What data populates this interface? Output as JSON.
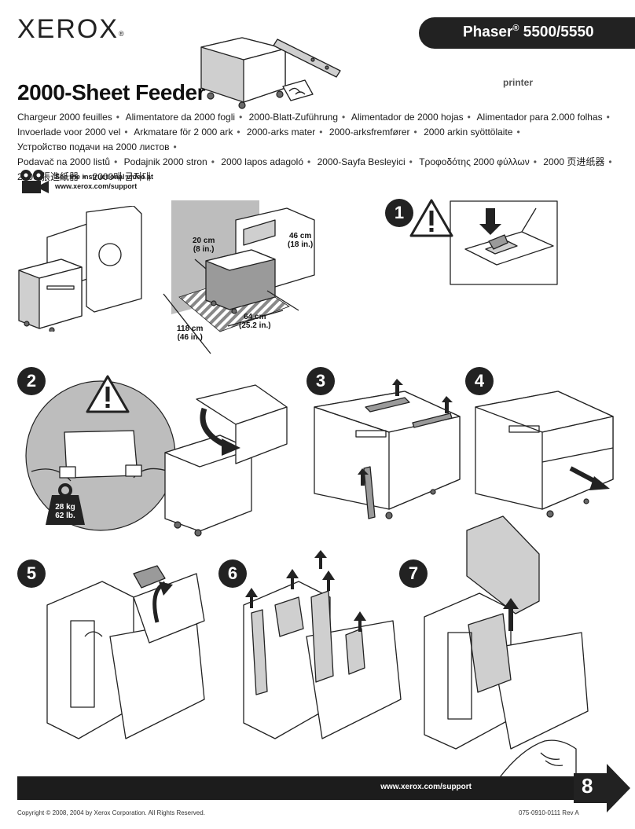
{
  "header": {
    "brand": "XEROX",
    "brand_mark": "®",
    "model_name": "Phaser",
    "model_mark": "®",
    "model_number": " 5500/5550",
    "model_sub": "printer",
    "title": "2000-Sheet Feeder"
  },
  "translations": [
    "Chargeur 2000 feuilles",
    "Alimentatore da 2000 fogli",
    "2000-Blatt-Zuführung",
    "Alimentador de 2000 hojas",
    "Alimentador para 2.000 folhas",
    "Invoerlade voor 2000 vel",
    "Arkmatare för 2 000 ark",
    "2000-arks mater",
    "2000-arksfremfører",
    "2000 arkin syöttölaite",
    "Устройство подачи на 2000 листов",
    "Podavač na 2000 listů",
    "Podajnik 2000 stron",
    "2000 lapos adagoló",
    "2000-Sayfa Besleyici",
    "Τροφοδότης 2000 φύλλων",
    "2000 页进纸器",
    "2000 張進紙器",
    "2000매 급지대"
  ],
  "video": {
    "line1": "See the instructional video at",
    "line2": "www.xerox.com/support",
    "icon": "film-camera-icon"
  },
  "dimensions": {
    "left_clearance": "20 cm",
    "left_clearance_in": "(8 in.)",
    "right_clearance": "46 cm",
    "right_clearance_in": "(18 in.)",
    "depth": "118 cm",
    "depth_in": "(46 in.)",
    "width": "64 cm",
    "width_in": "(25.2 in.)"
  },
  "weight": {
    "kg": "28 kg",
    "lb": "62 lb."
  },
  "steps": [
    "1",
    "2",
    "3",
    "4",
    "5",
    "6",
    "7"
  ],
  "next_page": "8",
  "footer": {
    "url": "www.xerox.com/support",
    "copyright": "Copyright © 2008, 2004 by Xerox Corporation.  All Rights Reserved.",
    "doc_number": "075-0910-0111 Rev A"
  },
  "colors": {
    "dark": "#222222",
    "gray": "#9a9a9a",
    "light_gray": "#cfcfcf"
  }
}
